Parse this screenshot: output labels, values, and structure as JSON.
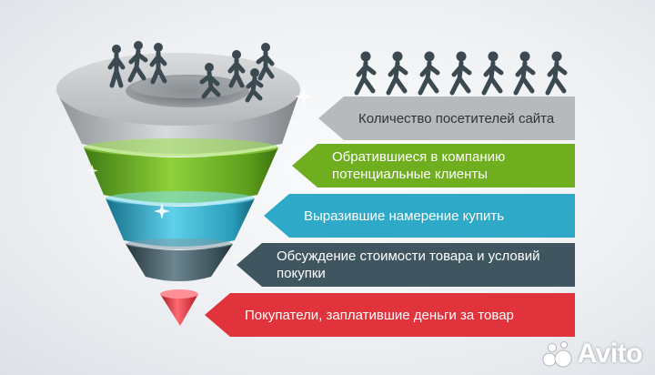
{
  "funnel": {
    "stages": [
      {
        "label": "Количество посетителей сайта",
        "color": "#b7babd",
        "text_color": "#2f3438"
      },
      {
        "label": "Обратившиеся в компанию потенциальные клиенты",
        "color": "#6fae1f",
        "text_color": "#ffffff"
      },
      {
        "label": "Выразившие намерение купить",
        "color": "#2ea9c7",
        "text_color": "#ffffff"
      },
      {
        "label": "Обсуждение стоимости товара и условий покупки",
        "color": "#3f5660",
        "text_color": "#ffffff"
      },
      {
        "label": "Покупатели, заплатившие деньги за товар",
        "color": "#e0333c",
        "text_color": "#ffffff"
      }
    ],
    "figure_color": "#3b4a51"
  },
  "watermark": {
    "text": "Avito",
    "icon": "avito-dots-icon"
  }
}
